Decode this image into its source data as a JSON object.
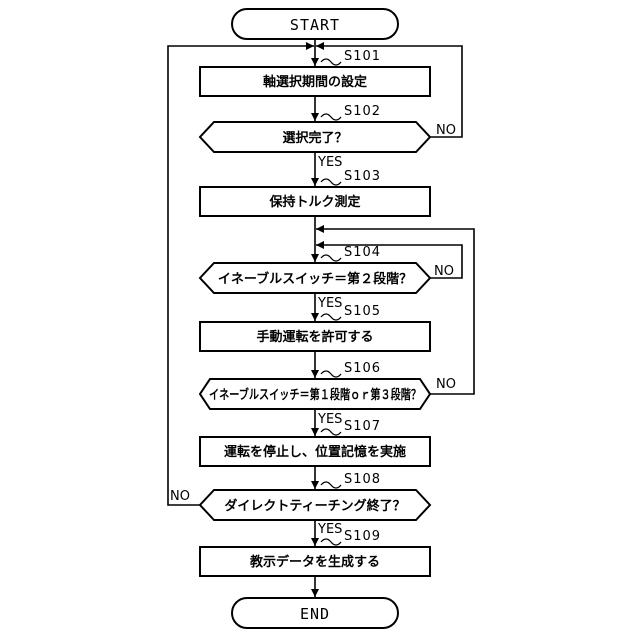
{
  "start_label": "START",
  "end_label": "END",
  "steps": [
    {
      "id": "S101",
      "text": "軸選択期間の設定"
    },
    {
      "id": "S102",
      "text": "選択完了？"
    },
    {
      "id": "S103",
      "text": "保持トルク測定"
    },
    {
      "id": "S104",
      "text": "イネーブルスイッチ＝第２段階？"
    },
    {
      "id": "S105",
      "text": "手動運転を許可する"
    },
    {
      "id": "S106",
      "text": "イネーブルスイッチ＝第１段階ｏｒ第３段階？"
    },
    {
      "id": "S107",
      "text": "運転を停止し、位置記憶を実施"
    },
    {
      "id": "S108",
      "text": "ダイレクトティーチング終了？"
    },
    {
      "id": "S109",
      "text": "教示データを生成する"
    }
  ],
  "branches": {
    "yes": "YES",
    "no": "NO"
  }
}
